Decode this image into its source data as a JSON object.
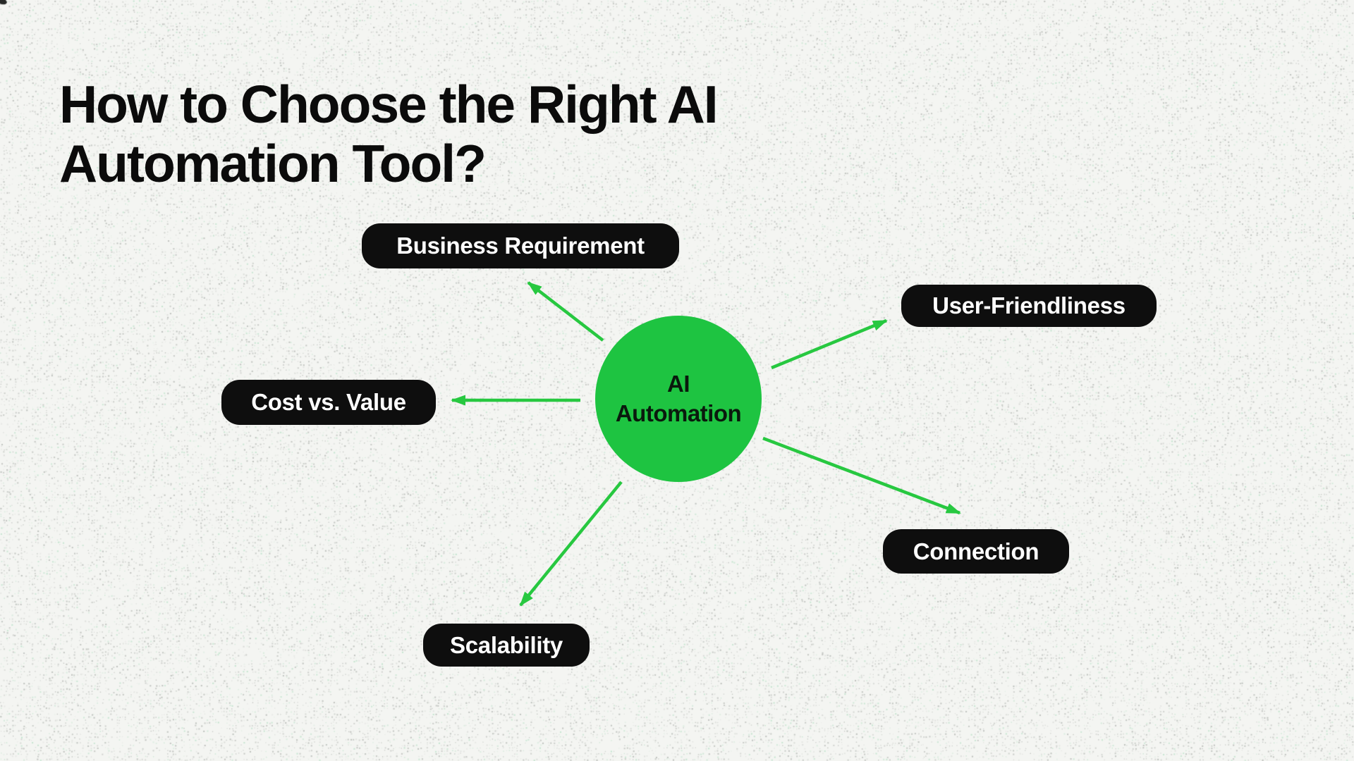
{
  "title": {
    "line1": "How to Choose the Right AI",
    "line2": "Automation Tool?"
  },
  "center_node": {
    "line1": "AI",
    "line2": "Automation"
  },
  "nodes": [
    {
      "label": "Business Requirement"
    },
    {
      "label": "User-Friendliness"
    },
    {
      "label": "Cost vs. Value"
    },
    {
      "label": "Connection"
    },
    {
      "label": "Scalability"
    }
  ],
  "diagram": {
    "type": "mindmap",
    "center": "AI Automation",
    "spokes": [
      "Business Requirement",
      "User-Friendliness",
      "Cost vs. Value",
      "Connection",
      "Scalability"
    ]
  },
  "colors": {
    "background": "#f4f5f2",
    "node_green": "#1ec441",
    "arrow_green": "#27c840",
    "pill_background": "#0e0e0e",
    "pill_text": "#ffffff",
    "title_text": "#0b0b0b",
    "center_text": "#0a1a0d"
  }
}
